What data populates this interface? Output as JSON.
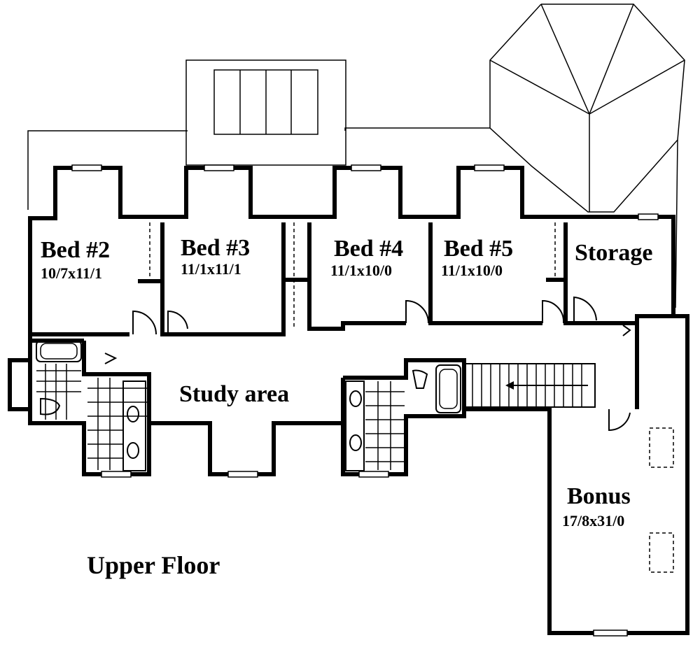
{
  "title": "Upper Floor",
  "rooms": {
    "bed2": {
      "name": "Bed #2",
      "dim": "10/7x11/1"
    },
    "bed3": {
      "name": "Bed #3",
      "dim": "11/1x11/1"
    },
    "bed4": {
      "name": "Bed #4",
      "dim": "11/1x10/0"
    },
    "bed5": {
      "name": "Bed #5",
      "dim": "11/1x10/0"
    },
    "storage": {
      "name": "Storage"
    },
    "study": {
      "name": "Study area"
    },
    "bonus": {
      "name": "Bonus",
      "dim": "17/8x31/0"
    }
  }
}
